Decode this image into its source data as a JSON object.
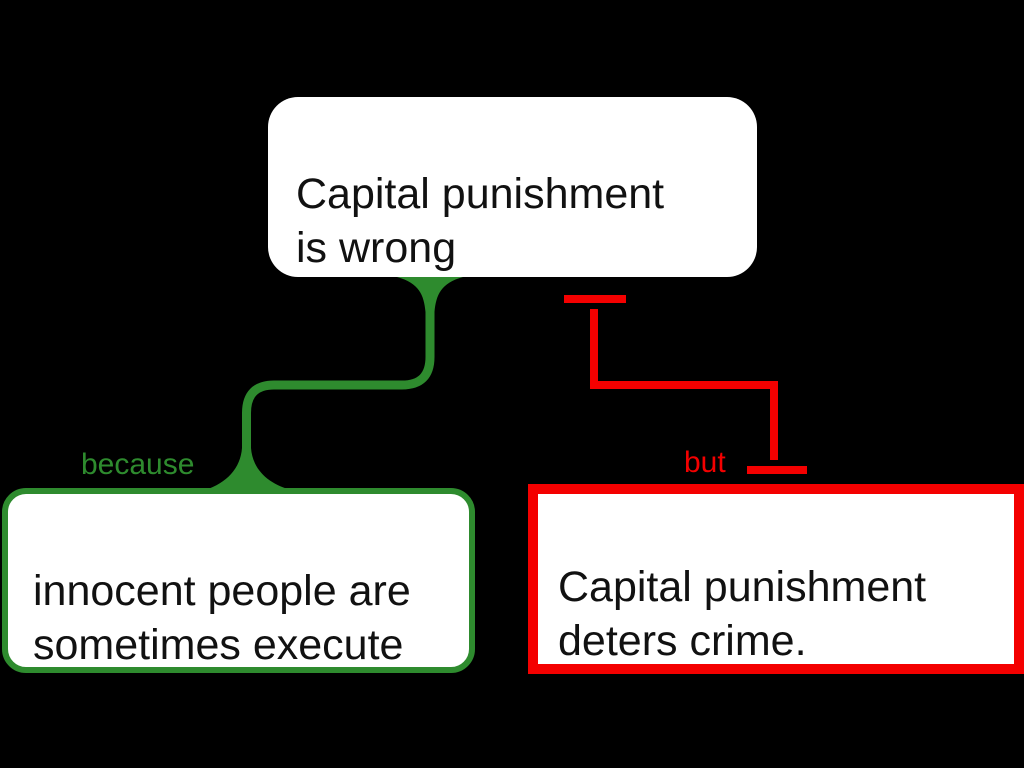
{
  "colors": {
    "bg": "#000000",
    "node-bg": "#ffffff",
    "node-text": "#111111",
    "support": "#2e8b2e",
    "attack": "#f40000"
  },
  "nodes": {
    "claim": {
      "text": "Capital punishment\nis wrong"
    },
    "reason": {
      "text": "innocent people are\nsometimes execute"
    },
    "objection": {
      "text": "Capital punishment\ndeters crime."
    }
  },
  "connectors": {
    "support": {
      "label": "because",
      "type": "support",
      "from": "reason",
      "to": "claim"
    },
    "attack": {
      "label": "but",
      "type": "objection",
      "from": "objection",
      "to": "claim"
    }
  }
}
